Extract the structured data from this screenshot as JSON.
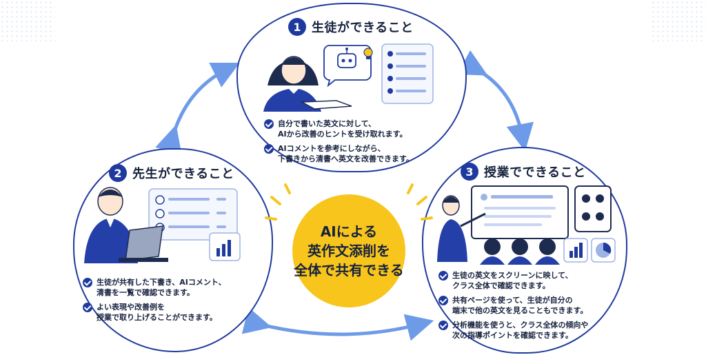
{
  "center": {
    "text": "AIによる\n英作文添削を\n全体で共有できる"
  },
  "sections": [
    {
      "number": "1",
      "title": "生徒ができること",
      "bullets": [
        "自分で書いた英文に対して、\nAIから改善のヒントを受け取れます。",
        "AIコメントを参考にしながら、\n下書きから清書へ英文を改善できます。"
      ]
    },
    {
      "number": "2",
      "title": "先生ができること",
      "bullets": [
        "生徒が共有した下書き、AIコメント、\n清書を一覧で確認できます。",
        "よい表現や改善例を\n授業で取り上げることができます。"
      ]
    },
    {
      "number": "3",
      "title": "授業でできること",
      "bullets": [
        "生徒の英文をスクリーンに映して、\nクラス全体で確認できます。",
        "共有ページを使って、生徒が自分の\n端末で他の英文を見ることもできます。",
        "分析機能を使うと、クラス全体の傾向や\n次の指導ポイントを確認できます。"
      ]
    }
  ],
  "colors": {
    "navy": "#1f3a9e",
    "accent_yellow": "#f7c51c",
    "arrow_blue": "#6e9be8"
  }
}
